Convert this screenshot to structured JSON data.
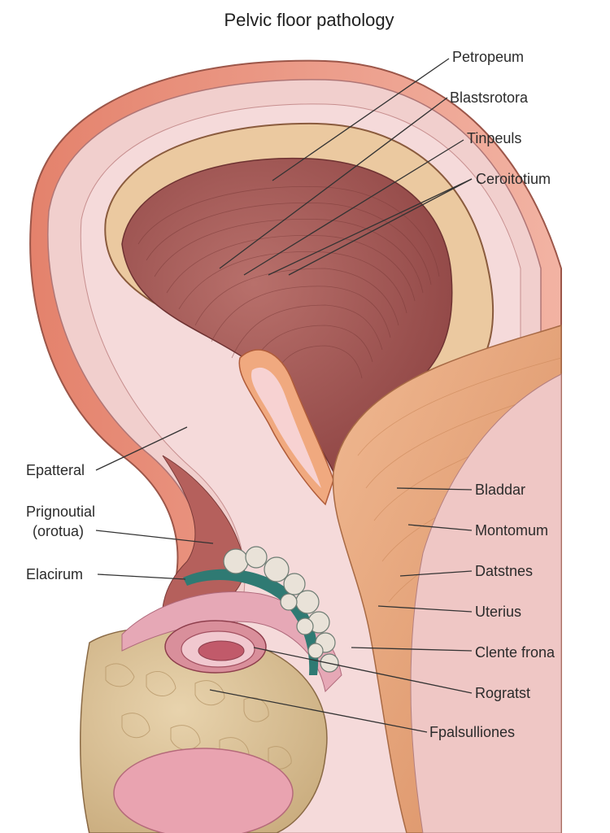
{
  "title": "Pelvic floor pathology",
  "labels_right": [
    "Petropeum",
    "Blastsrotora",
    "Tinpeuls",
    "Ceroitotium",
    "Bladdar",
    "Montomum",
    "Datstnes",
    "Uterius",
    "Clente frona",
    "Rogratst",
    "Fpalsulliones"
  ],
  "labels_left": [
    "Epatteral",
    "Prignoutial",
    "(orotua)",
    "Elacirum"
  ],
  "colors": {
    "outer_skin": "#e89a84",
    "pink_tissue": "#efc9c9",
    "muscle": "#a85a58",
    "tan_band": "#e8c49a",
    "orange_band": "#e7a77c",
    "fat": "#dcc59a",
    "teal_layer": "#2f7a73"
  }
}
